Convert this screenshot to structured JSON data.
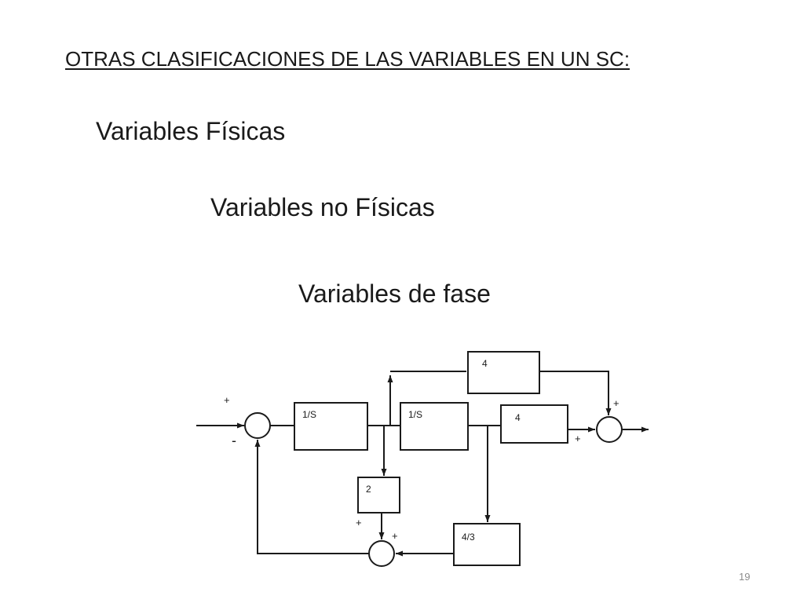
{
  "slide": {
    "title": "OTRAS CLASIFICACIONES DE LAS VARIABLES EN UN SC:",
    "bullets": [
      "Variables Físicas",
      "Variables no  Físicas",
      "Variables de fase"
    ],
    "page_number": "19"
  },
  "diagram": {
    "blocks": {
      "integrator_1": "1/S",
      "integrator_2": "1/S",
      "gain_top": "4",
      "gain_right": "4",
      "gain_middle": "2",
      "gain_bottom": "4/3"
    },
    "signs": {
      "sum_left_plus": "+",
      "sum_left_minus": "-",
      "sum_right_top_plus": "+",
      "sum_right_left_plus": "+",
      "sum_bottom_top_plus": "+",
      "sum_bottom_right_plus": "+"
    }
  }
}
